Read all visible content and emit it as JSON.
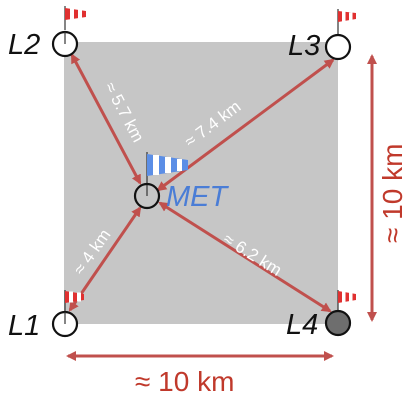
{
  "colors": {
    "area": "#c6c6c6",
    "arrow": "#c0504d",
    "station_outline": "#111111",
    "met_text": "#4a7dd6",
    "windsock_red": "#e03030",
    "windsock_blue": "#5b8ee6"
  },
  "stations": [
    {
      "id": "L1",
      "label": "L1",
      "icon": "station-circle-icon",
      "windsock": "windsock-red-icon"
    },
    {
      "id": "L2",
      "label": "L2",
      "icon": "station-circle-icon",
      "windsock": "windsock-red-icon"
    },
    {
      "id": "L3",
      "label": "L3",
      "icon": "station-circle-icon",
      "windsock": "windsock-red-icon"
    },
    {
      "id": "L4",
      "label": "L4",
      "icon": "station-circle-filled-icon",
      "windsock": "windsock-red-icon"
    }
  ],
  "met": {
    "label": "MET",
    "icon": "station-circle-icon",
    "windsock": "windsock-blue-icon"
  },
  "distances": {
    "met_l1": "≈ 4 km",
    "met_l2": "≈ 5.7 km",
    "met_l3": "≈ 7.4 km",
    "met_l4": "≈ 6.2 km"
  },
  "dimensions": {
    "width": "≈ 10 km",
    "height": "≈ 10 km"
  }
}
